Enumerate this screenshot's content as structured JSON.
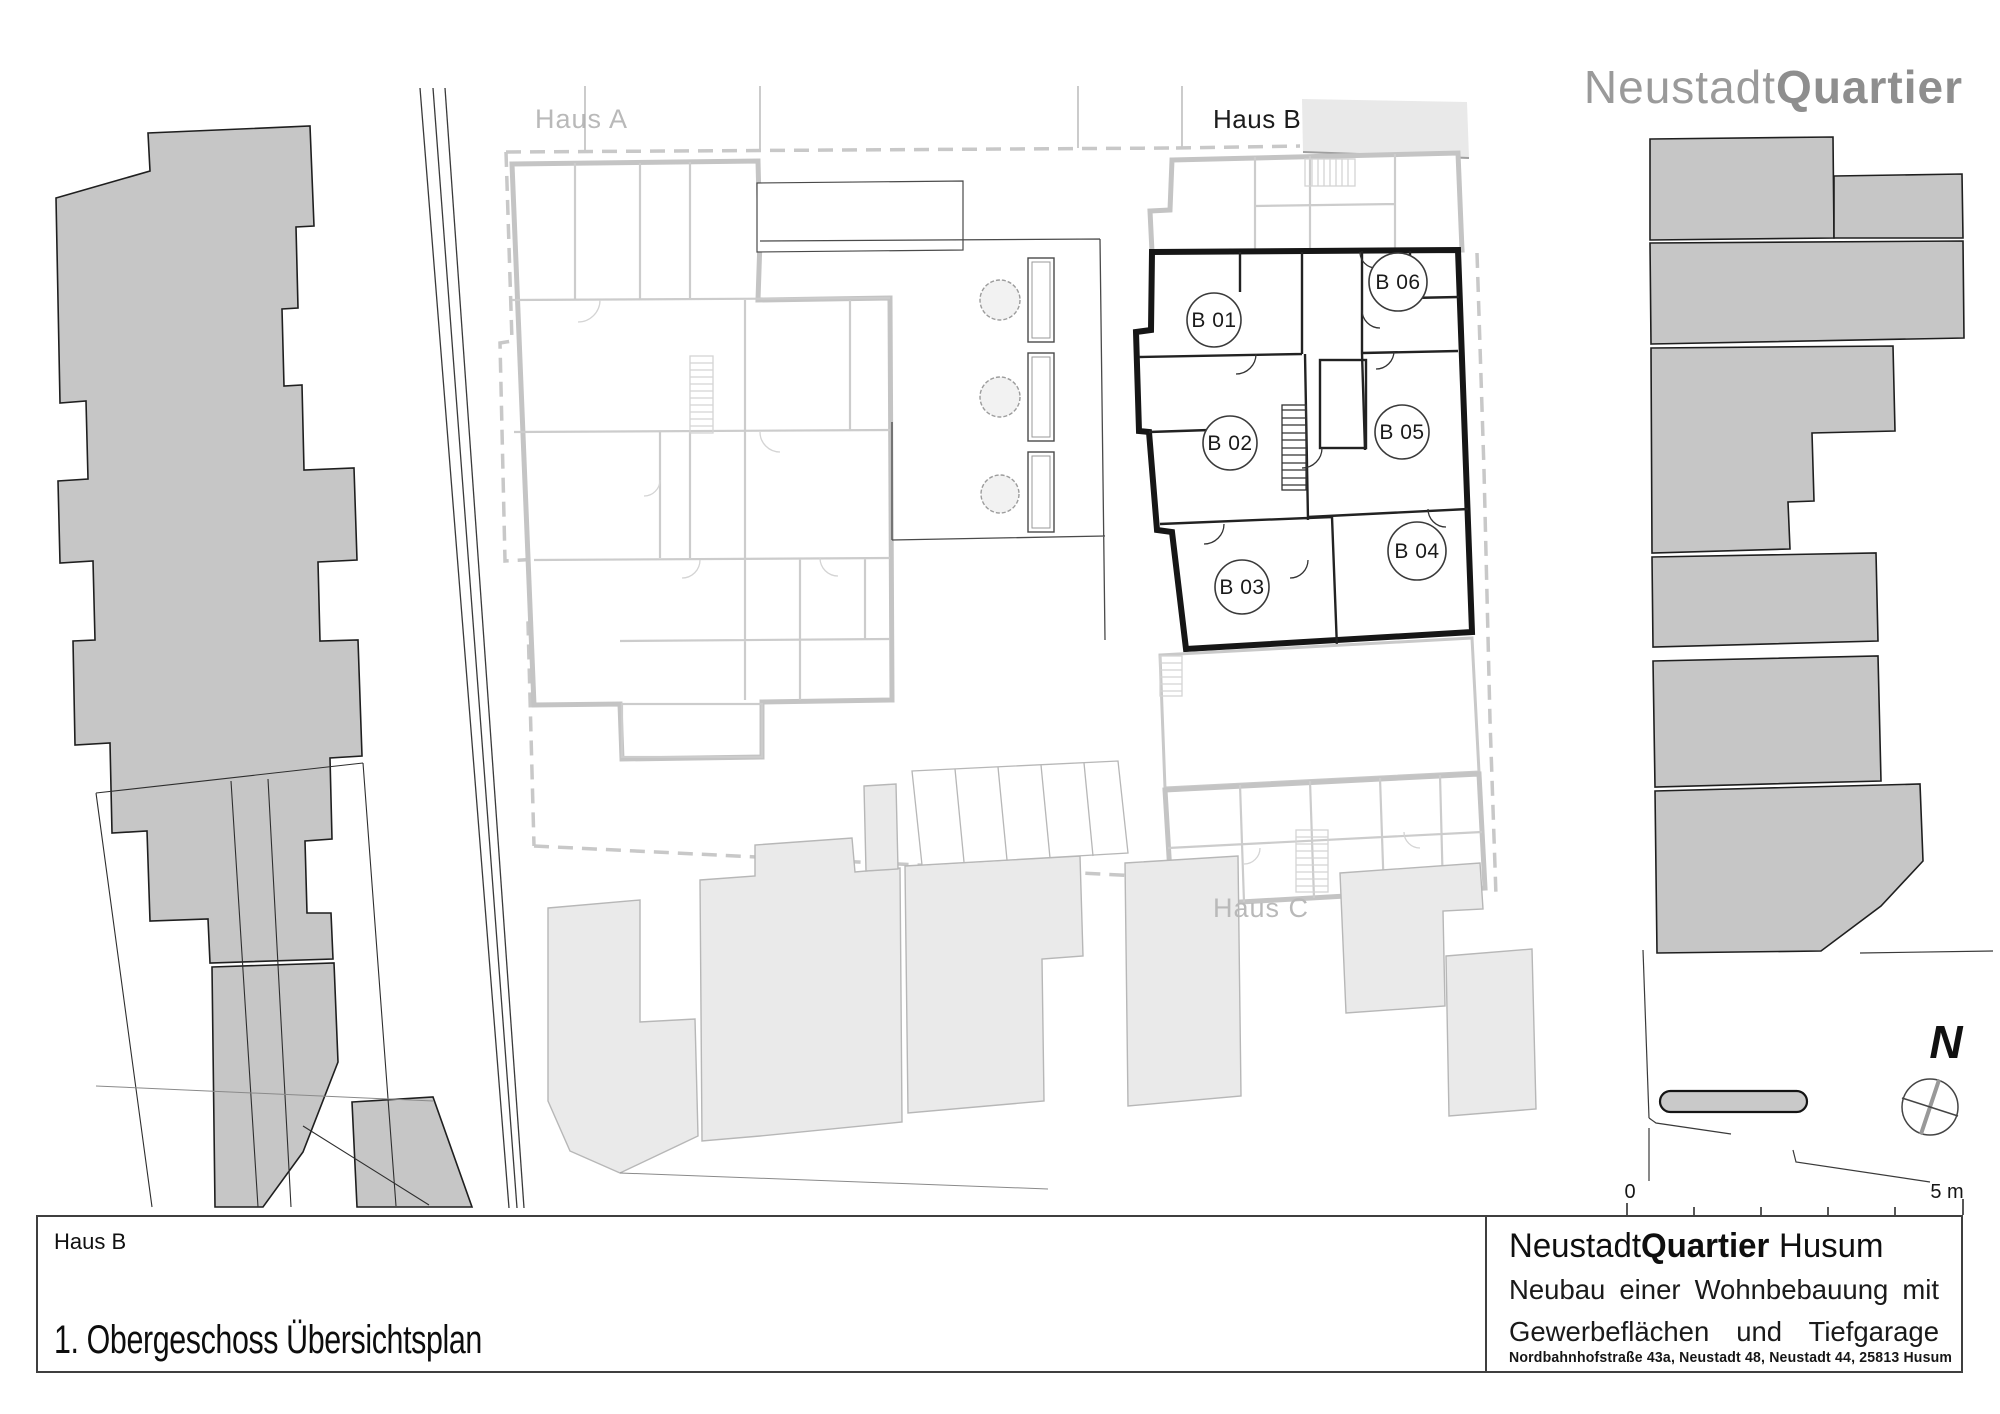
{
  "colors": {
    "neighbor_fill": "#c6c6c6",
    "neighbor_stroke": "#1f1f1f",
    "site_fill": "#eaeaea",
    "site_stroke": "#b7b7b7",
    "light_wall": "#c4c4c4",
    "dark_wall": "#161616",
    "dashed": "#c8c8c8",
    "gray_label": "#b9b9b9",
    "logo_gray": "#9a9a9a"
  },
  "logo": {
    "part1": "Neustadt",
    "part2": "Quartier"
  },
  "map_labels": {
    "haus_a": "Haus A",
    "haus_b": "Haus B",
    "haus_c": "Haus C"
  },
  "units": [
    {
      "label": "B 01"
    },
    {
      "label": "B 02"
    },
    {
      "label": "B 03"
    },
    {
      "label": "B 04"
    },
    {
      "label": "B 05"
    },
    {
      "label": "B 06"
    }
  ],
  "north": {
    "label": "N"
  },
  "scalebar": {
    "zero": "0",
    "max": "5 m"
  },
  "titleblock": {
    "house": "Haus B",
    "drawing_title": "1. Obergeschoss Übersichtsplan",
    "project_name_1": "Neustadt",
    "project_name_2": "Quartier",
    "project_name_3": "Husum",
    "subtitle_1": "Neubau einer Wohnbebauung mit",
    "subtitle_2": "Gewerbeflächen und Tiefgarage",
    "address": "Nordbahnhofstraße 43a, Neustadt 48, Neustadt 44, 25813 Husum"
  }
}
